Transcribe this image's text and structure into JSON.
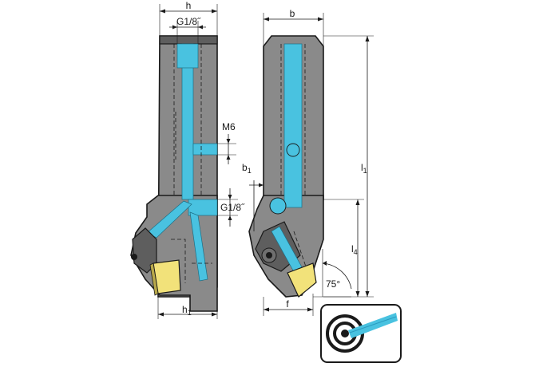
{
  "dimensions": {
    "h": "h",
    "b": "b",
    "h1_base": "h",
    "h1_sub": "1",
    "b1_base": "b",
    "b1_sub": "1",
    "l1_base": "l",
    "l1_sub": "1",
    "l4_base": "l",
    "l4_sub": "4",
    "f": "f",
    "thread_top": "G1/8˝",
    "thread_side": "G1/8˝",
    "screw": "M6",
    "angle": "75°"
  },
  "colors": {
    "body": "#8a8a8a",
    "coolant": "#49c2e0",
    "insert": "#f2e27a"
  },
  "icons": {
    "coolant_symbol": "internal-coolant-icon"
  }
}
